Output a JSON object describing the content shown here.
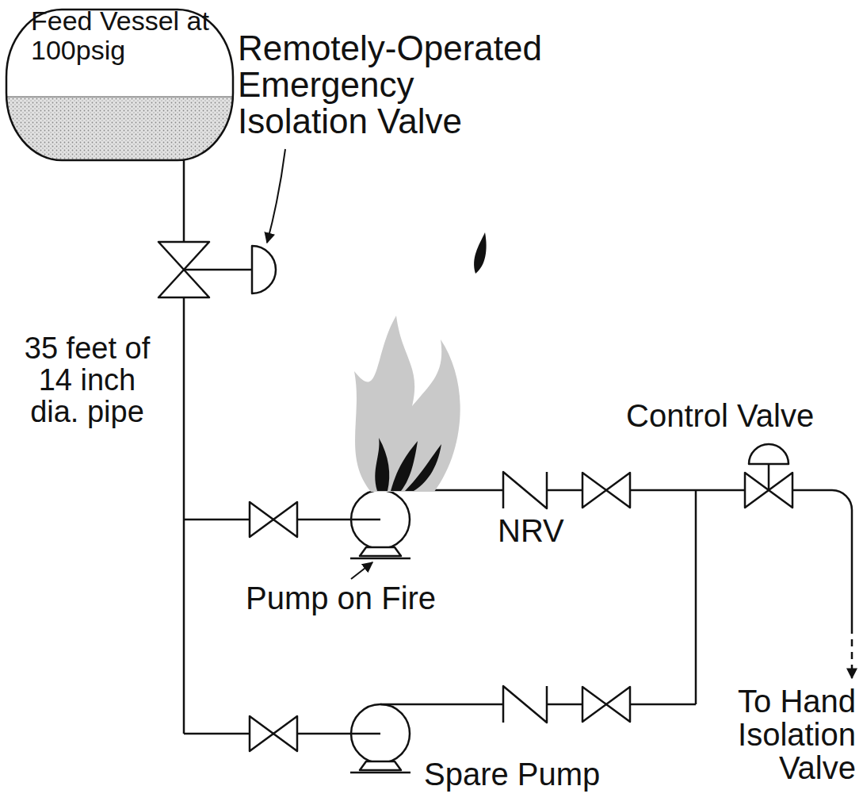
{
  "diagram": {
    "nodes": [
      {
        "text": [
          "Feed Vessel at 100psig"
        ]
      }
    ],
    "labels": [
      "Remotely-Operated Emergency Isolation Valve",
      "35 feet of 14 inch dia. pipe",
      "Control Valve",
      "NRV",
      "Pump on Fire",
      "Spare Pump",
      "To Hand Isolation Valve"
    ]
  }
}
